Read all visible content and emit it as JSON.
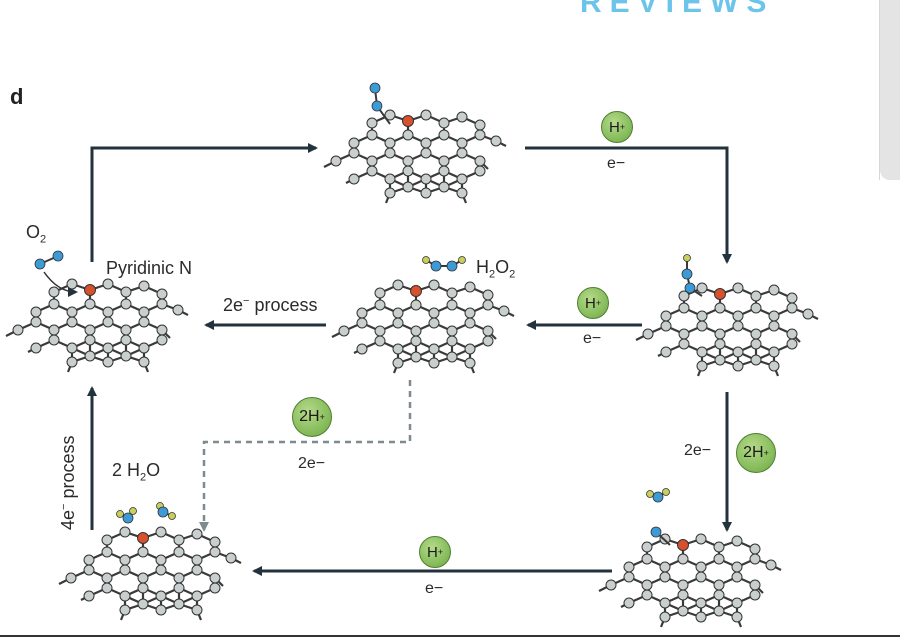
{
  "header": {
    "partial_title": "REVIEWS"
  },
  "panel_letter": "d",
  "labels": {
    "o2": "O",
    "o2_sub": "2",
    "pyridinic_n": "Pyridinic N",
    "process_2e": "2e",
    "process_2e_sup": "−",
    "process_2e_tail": " process",
    "h2o2_h": "H",
    "h2o2_sub1": "2",
    "h2o2_o": "O",
    "h2o2_sub2": "2",
    "process_4e": "4e",
    "process_4e_sup": "−",
    "process_4e_tail": " process",
    "h2o": "2 H",
    "h2o_sub": "2",
    "h2o_tail": "O"
  },
  "ions": {
    "h_plus": "H",
    "h_plus_sup": "+",
    "two_h_plus": "2H",
    "electron": "e−",
    "two_electron": "2e−"
  },
  "colors": {
    "arrow": "#23333d",
    "carbon": "#c9cfcf",
    "oxygen_site": "#d7512c",
    "oxygen_blue": "#3c9bd6",
    "hydrogen": "#c8cf5b",
    "ion_green": "#8cc061"
  }
}
